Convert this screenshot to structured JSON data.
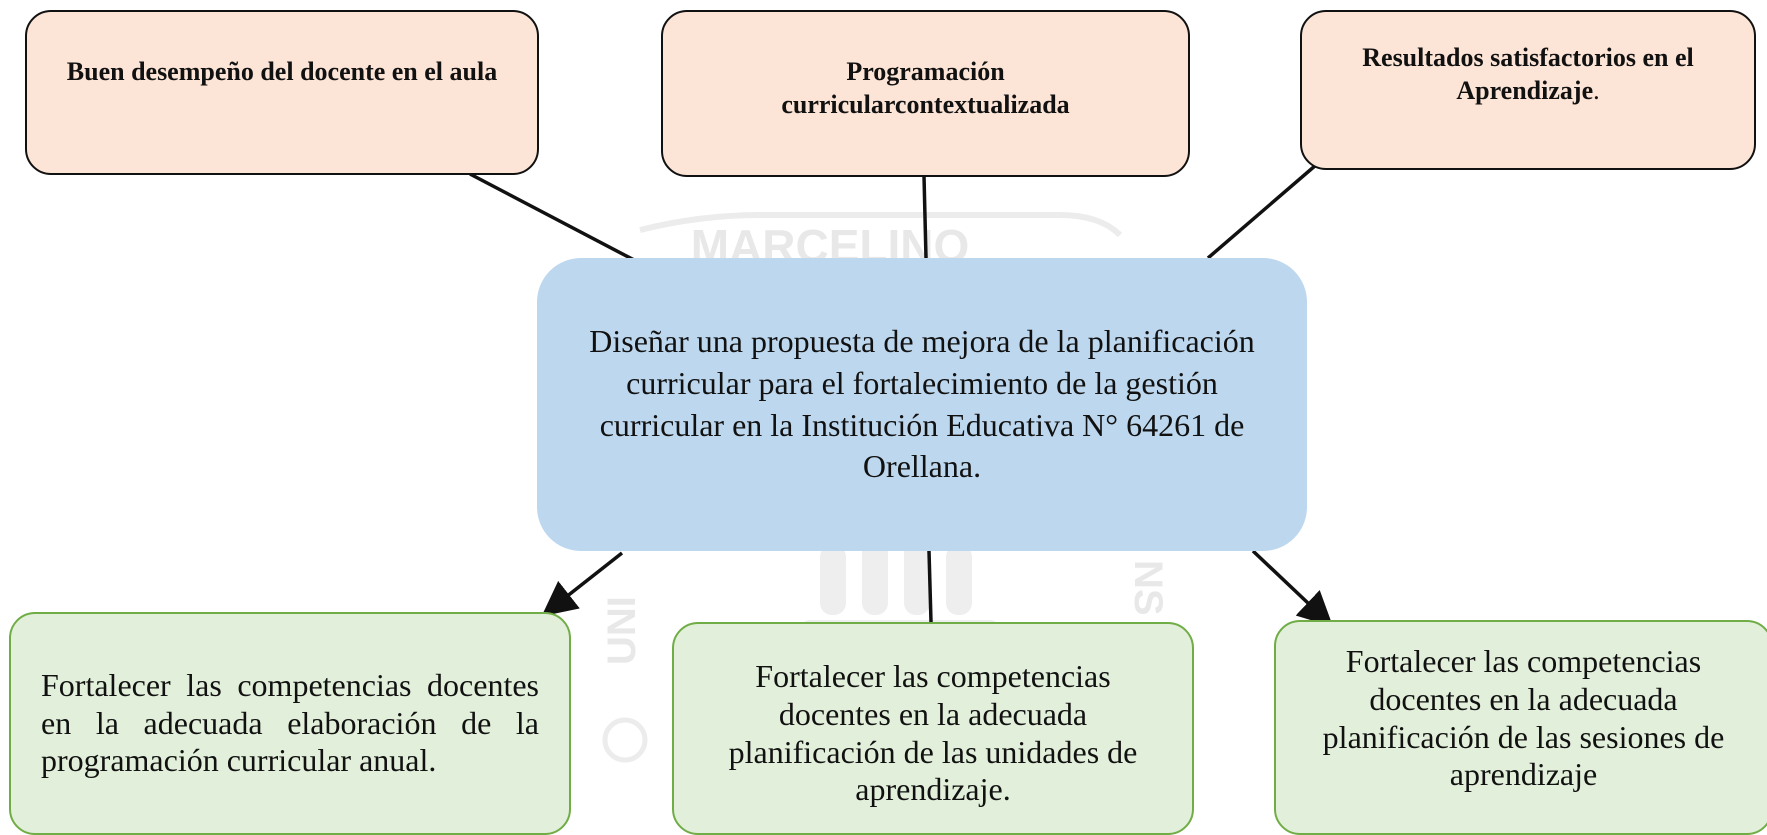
{
  "watermark": {
    "top_text": "MARCELINO",
    "left_text": "UNI",
    "right_text": "NS",
    "color": "#e6e6e6"
  },
  "central_box": {
    "text": "Diseñar una propuesta de mejora de la planificación curricular para el fortalecimiento de la gestión curricular en la Institución Educativa N° 64261 de Orellana.",
    "color": "#bdd7ee"
  },
  "top_boxes": [
    {
      "text": "Buen desempeño del docente en el aula"
    },
    {
      "text": "Programación curricularcontextualizada"
    },
    {
      "text": "Resultados satisfactorios en el Aprendizaje",
      "suffix": "."
    }
  ],
  "bottom_boxes": [
    {
      "text": "Fortalecer las competencias docentes en la adecuada elaboración de la programación curricular anual."
    },
    {
      "text": "Fortalecer las competencias docentes en la adecuada planificación de las unidades de aprendizaje."
    },
    {
      "text": "Fortalecer las competencias docentes en la adecuada planificación de las sesiones de aprendizaje"
    }
  ],
  "colors": {
    "top_fill": "#fce4d6",
    "bottom_fill": "#e2efda",
    "bottom_border": "#70ad47"
  }
}
